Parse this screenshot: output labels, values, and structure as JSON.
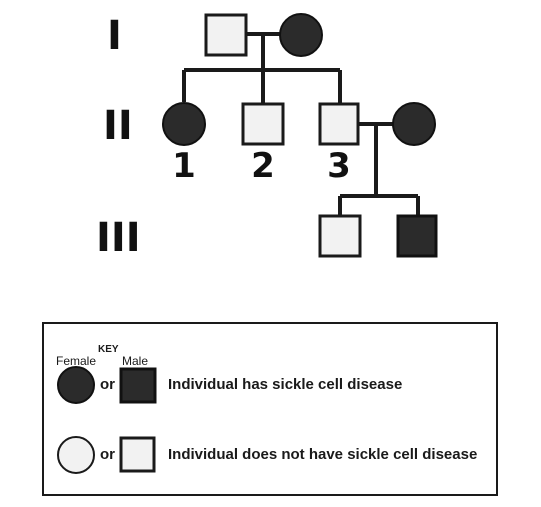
{
  "generations": [
    "I",
    "II",
    "III"
  ],
  "individual_numbers": [
    "1",
    "2",
    "3"
  ],
  "individuals": [
    {
      "id": "I-1",
      "sex": "male",
      "affected": false
    },
    {
      "id": "I-2",
      "sex": "female",
      "affected": true
    },
    {
      "id": "II-1",
      "sex": "female",
      "affected": true
    },
    {
      "id": "II-2",
      "sex": "male",
      "affected": false
    },
    {
      "id": "II-3",
      "sex": "male",
      "affected": false
    },
    {
      "id": "II-spouse",
      "sex": "female",
      "affected": true
    },
    {
      "id": "III-1",
      "sex": "male",
      "affected": false
    },
    {
      "id": "III-2",
      "sex": "male",
      "affected": true
    }
  ],
  "key": {
    "title": "KEY",
    "female_label": "Female",
    "male_label": "Male",
    "or_label": "or",
    "affected_desc": "Individual has sickle cell disease",
    "unaffected_desc": "Individual does not have sickle cell disease"
  },
  "colors": {
    "affected_fill": "#2b2b2b",
    "unaffected_fill": "#f2f2f2",
    "line": "#1a1a1a"
  }
}
